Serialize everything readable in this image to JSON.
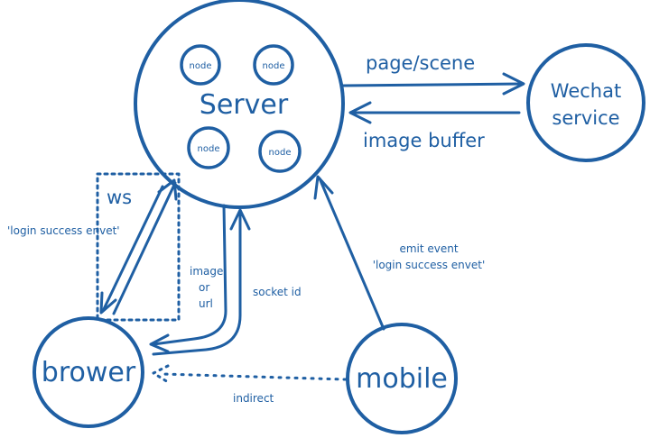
{
  "server": {
    "label": "Server",
    "nodes": [
      "node",
      "node",
      "node",
      "node"
    ]
  },
  "wechat": {
    "line1": "Wechat",
    "line2": "service"
  },
  "brower": {
    "label": "brower"
  },
  "mobile": {
    "label": "mobile"
  },
  "edges": {
    "page_scene": "page/scene",
    "image_buffer": "image buffer",
    "ws": "ws",
    "login_success_left": "'login success envet'",
    "image_or_url": [
      "image",
      "or",
      "url"
    ],
    "socket_id": "socket id",
    "emit_event_line1": "emit event",
    "emit_event_line2": "'login success envet'",
    "indirect": "indirect"
  },
  "colors": {
    "accent": "#1f5fa3",
    "hatch": "#c9ced6",
    "background": "#ffffff"
  }
}
